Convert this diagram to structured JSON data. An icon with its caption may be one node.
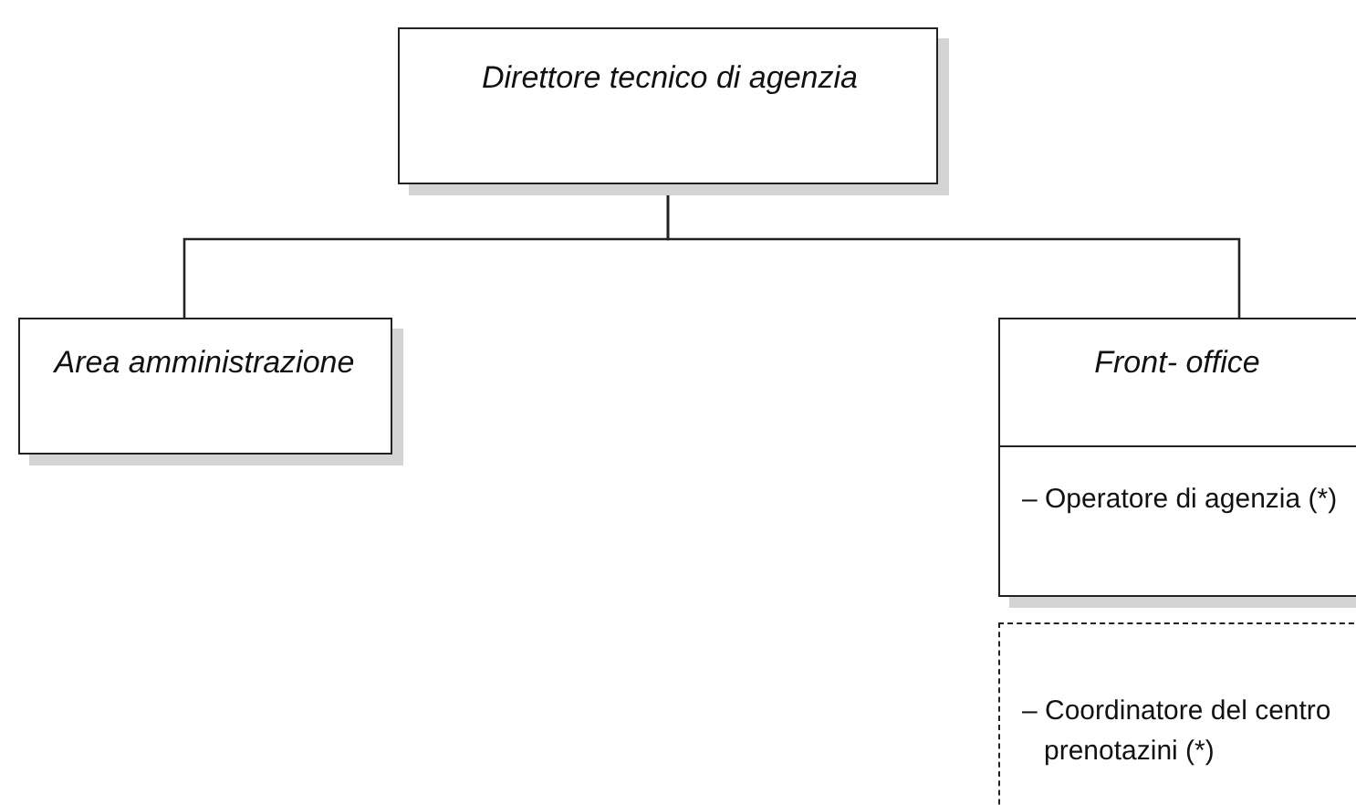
{
  "diagram": {
    "nodes": [
      {
        "text": [
          "Direttore tecnico di agenzia"
        ]
      },
      {
        "text": [
          "Area amministrazione"
        ]
      },
      {
        "text": [
          "Front- office",
          "– Operatore di agenzia (*)"
        ]
      },
      {
        "text": [
          "– Coordinatore del centro prenotazini (*)"
        ]
      }
    ],
    "edges": [
      {
        "from": 0,
        "to": 1,
        "arrow": "none"
      },
      {
        "from": 0,
        "to": 2,
        "arrow": "none"
      }
    ]
  }
}
